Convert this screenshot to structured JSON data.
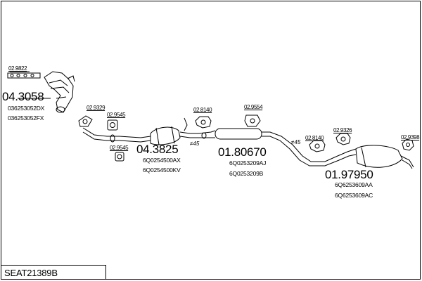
{
  "diagram": {
    "title": "SEAT21389B",
    "parts": [
      {
        "id": "manifold",
        "number": "04.3058",
        "oem": [
          "036253052DX",
          "036253052FX"
        ]
      },
      {
        "id": "catalytic",
        "number": "04.3825",
        "oem": [
          "6Q0254500AX",
          "6Q0254500KV"
        ]
      },
      {
        "id": "middle",
        "number": "01.80670",
        "oem": [
          "6Q0253209AJ",
          "6Q0253209B"
        ]
      },
      {
        "id": "rear",
        "number": "01.97950",
        "oem": [
          "6Q6253609AA",
          "6Q6253609AC"
        ]
      }
    ],
    "fittings": [
      "02.9822",
      "02.9329",
      "02.9545",
      "02.9545",
      "02.8140",
      "02.9554",
      "02.8140",
      "02.9326",
      "02.9398"
    ],
    "angles": [
      "≠45",
      "≠45"
    ]
  }
}
